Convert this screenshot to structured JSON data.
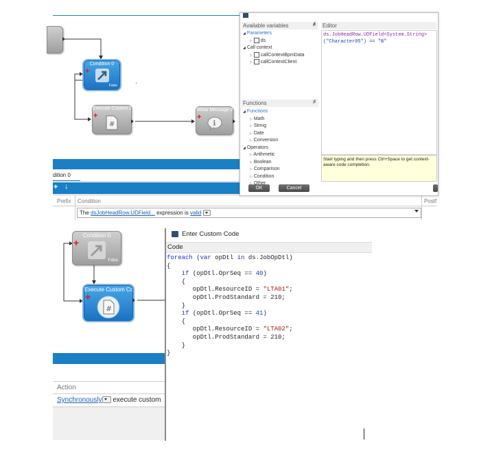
{
  "top": {
    "nodes": {
      "condition": {
        "title": "Condition 0",
        "false_label": "False"
      },
      "execute": {
        "title": "Execute Custom Cc"
      },
      "show_message": {
        "title": "Show Message 2"
      }
    },
    "properties": {
      "title": "dition 0",
      "columns": [
        "Prefix",
        "Condition",
        "Postf"
      ],
      "row": {
        "prefix_text": "The",
        "link_text": "dsJobHeadRow.UDField...",
        "middle_text": "expression is",
        "valid_text": "valid"
      }
    }
  },
  "editor_dialog": {
    "available_variables_label": "Available variables",
    "editor_label": "Editor",
    "variables_tree": [
      {
        "label": "Parameters",
        "level": 0,
        "blue": true,
        "expander": "◢"
      },
      {
        "label": "ds",
        "level": 1,
        "blue": false,
        "expander": "▷"
      },
      {
        "label": "Call context",
        "level": 0,
        "blue": false,
        "expander": "◢"
      },
      {
        "label": "callContextBpmData",
        "level": 1,
        "blue": false,
        "expander": "▷"
      },
      {
        "label": "callContextClient",
        "level": 1,
        "blue": false,
        "expander": "▷"
      }
    ],
    "functions_label": "Functions",
    "functions_tree": [
      {
        "label": "Functions",
        "level": 0,
        "blue": true,
        "expander": "◢"
      },
      {
        "label": "Math",
        "level": 1,
        "blue": false,
        "expander": "▷"
      },
      {
        "label": "String",
        "level": 1,
        "blue": false,
        "expander": "▷"
      },
      {
        "label": "Date",
        "level": 1,
        "blue": false,
        "expander": "▷"
      },
      {
        "label": "Conversion",
        "level": 1,
        "blue": false,
        "expander": "▷"
      },
      {
        "label": "Operators",
        "level": 0,
        "blue": false,
        "expander": "◢"
      },
      {
        "label": "Arithmetic",
        "level": 1,
        "blue": false,
        "expander": "▷"
      },
      {
        "label": "Boolean",
        "level": 1,
        "blue": false,
        "expander": "▷"
      },
      {
        "label": "Comparison",
        "level": 1,
        "blue": false,
        "expander": "▷"
      },
      {
        "label": "Condition",
        "level": 1,
        "blue": false,
        "expander": "▷"
      },
      {
        "label": "Other",
        "level": 1,
        "blue": false,
        "expander": "▷"
      }
    ],
    "code_line1": "ds.JobHeadRow.UDField<System.String>",
    "code_line2": "(\"Character05\") == \"B\"",
    "hint": "Start typing and then press Ctrl+Space to get context-aware code completion.",
    "ok_label": "OK",
    "cancel_label": "Cancel"
  },
  "bottom": {
    "nodes": {
      "condition": {
        "title": "Condition 0",
        "false_label": "False"
      },
      "execute": {
        "title": "Execute Custom Cc"
      }
    },
    "action_header": "Action",
    "action_link": "Synchronously",
    "action_text": "execute custom",
    "custom_code": {
      "window_title": "Enter Custom Code",
      "code_label": "Code",
      "lines": [
        "foreach (var opDtl in ds.JobOpDtl)",
        "{",
        "    if (opDtl.OprSeq == 40)",
        "    {",
        "       opDtl.ResourceID = \"LTA01\";",
        "       opDtl.ProdStandard = 210;",
        "    }",
        "    if (opDtl.OprSeq == 41)",
        "    {",
        "       opDtl.ResourceID = \"LTA02\";",
        "       opDtl.ProdStandard = 210;",
        "    }",
        "}"
      ]
    }
  }
}
